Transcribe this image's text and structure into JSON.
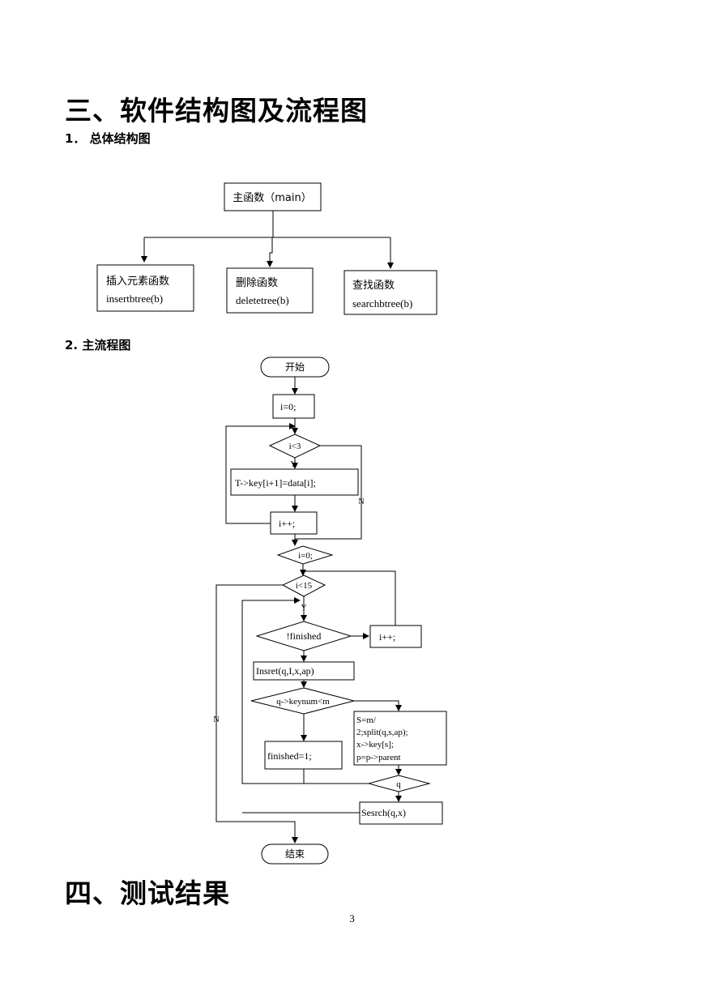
{
  "section3": {
    "title": "三、软件结构图及流程图",
    "sub1": "1．  总体结构图",
    "sub2": "2.  主流程图"
  },
  "structure": {
    "main": "主函数（main）",
    "insert_cn": "插入元素函数",
    "insert_en": "insertbtree(b)",
    "delete_cn": "删除函数",
    "delete_en": "deletetree(b)",
    "search_cn": "查找函数",
    "search_en": "searchbtree(b)"
  },
  "flow": {
    "start": "开始",
    "init_i": "i=0;",
    "cond_i3": "i<3",
    "y1": "Y",
    "assign": "T->key[i+1]=data[i];",
    "n1": "N",
    "inc1": "i++;",
    "reset_i": "i=0;",
    "cond_i15": "i<15",
    "y2": "Y",
    "cond_finished": "!finished",
    "inc2": "i++;",
    "insert": "Insret(q,I,x,ap)",
    "cond_keynum": "q->keynum<m",
    "split": [
      "S=m/",
      "2;split(q,s,ap);",
      "x->key[s];",
      "p=p->parent"
    ],
    "finished1": "finished=1;",
    "n2": "N",
    "cond_q": "q",
    "search": "Sesrch(q,x)",
    "end": "结束"
  },
  "section4": {
    "title": "四、测试结果"
  },
  "page_number": "3"
}
